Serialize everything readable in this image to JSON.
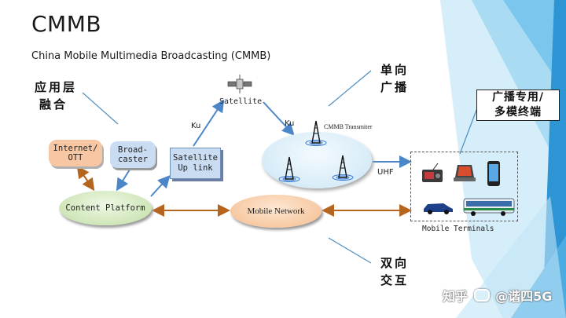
{
  "slide": {
    "title": "CMMB",
    "subtitle": "China Mobile Multimedia Broadcasting (CMMB)"
  },
  "annotations": {
    "app_fusion": [
      "应用层",
      "融合"
    ],
    "one_way": [
      "单向",
      "广播"
    ],
    "two_way": [
      "双向",
      "交互"
    ],
    "dedicated": [
      "广播专用/",
      "多模终端"
    ]
  },
  "nodes": {
    "internet": [
      "Internet/",
      "OTT"
    ],
    "broadcaster": [
      "Broad-",
      "caster"
    ],
    "satellite_uplink": [
      "Satellite",
      "Up link"
    ],
    "content_platform": "Content Platform",
    "mobile_network": "Mobile Network",
    "satellite": "Satellite",
    "transmitter": "CMMB Transmiter",
    "terminals": "Mobile Terminals"
  },
  "links": {
    "ku_up": "Ku",
    "ku_down": "Ku",
    "uhf": "UHF"
  },
  "watermark": {
    "site": "知乎",
    "author": "@谐四5G"
  },
  "colors": {
    "arrow_brown": "#b5651d",
    "arrow_blue": "#4a86c8",
    "callout_line": "#4f8fc0",
    "theme_light": "#bfe4f6",
    "theme_mid": "#7cc8ec",
    "theme_dark": "#2a8fce"
  },
  "icons": [
    "satellite-icon",
    "transmitter-tower-icon",
    "radio-icon",
    "laptop-icon",
    "phone-icon",
    "car-icon",
    "bus-icon"
  ]
}
